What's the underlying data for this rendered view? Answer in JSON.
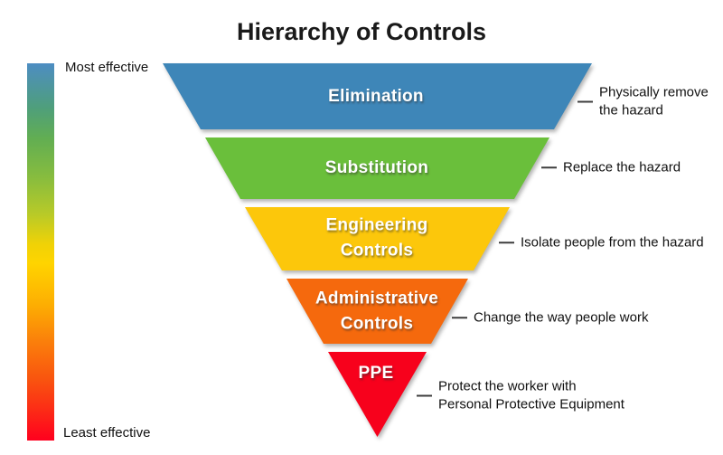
{
  "title": "Hierarchy of Controls",
  "scale": {
    "top_label": "Most effective",
    "bottom_label": "Least effective",
    "top_color": "#4d8dc3",
    "bottom_color": "#ff001e"
  },
  "levels": [
    {
      "label": "Elimination",
      "description": "Physically remove\nthe hazard",
      "color": "#3e86b8"
    },
    {
      "label": "Substitution",
      "description": "Replace the hazard",
      "color": "#6abf3b"
    },
    {
      "label": "Engineering\nControls",
      "description": "Isolate people from the hazard",
      "color": "#fcc70b"
    },
    {
      "label": "Administrative\nControls",
      "description": "Change the way people work",
      "color": "#f5690d"
    },
    {
      "label": "PPE",
      "description": "Protect the worker with\nPersonal Protective Equipment",
      "color": "#f7011c"
    }
  ]
}
